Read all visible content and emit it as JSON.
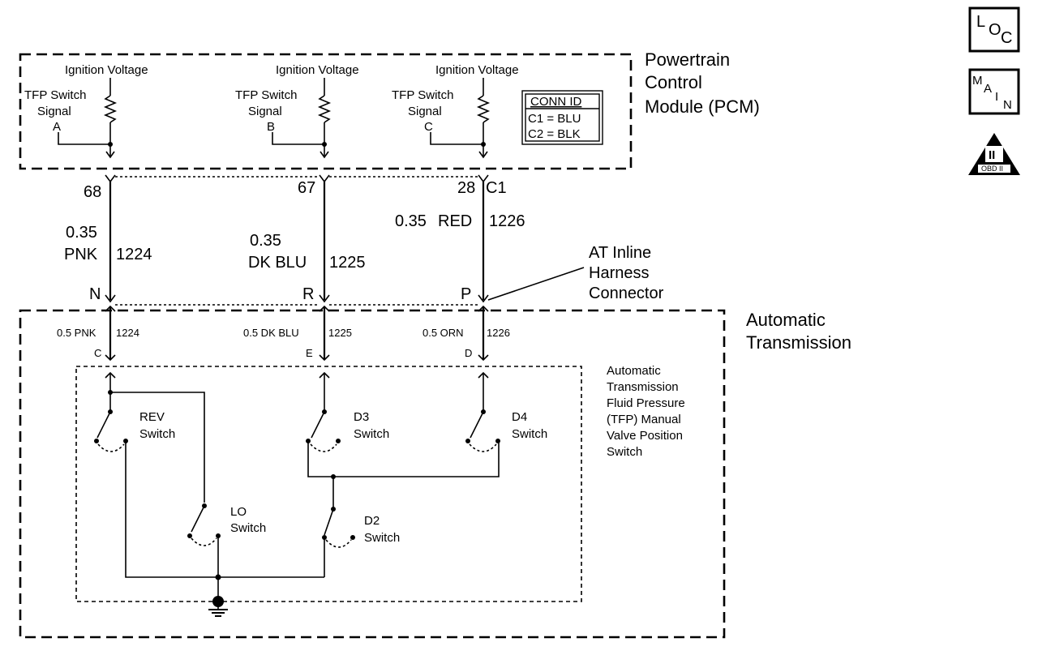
{
  "pcm": {
    "title_lines": [
      "Powertrain",
      "Control",
      "Module (PCM)"
    ],
    "ignition_voltage": "Ignition Voltage",
    "signals": [
      {
        "lines": [
          "TFP Switch",
          "Signal"
        ],
        "letter": "A"
      },
      {
        "lines": [
          "TFP Switch",
          "Signal"
        ],
        "letter": "B"
      },
      {
        "lines": [
          "TFP Switch",
          "Signal"
        ],
        "letter": "C"
      }
    ],
    "conn_id": {
      "title": "CONN ID",
      "rows": [
        "C1 = BLU",
        "C2 = BLK"
      ]
    }
  },
  "harness": {
    "pins": [
      "68",
      "67",
      "28"
    ],
    "connector_id": "C1",
    "wire_pcm_side": [
      {
        "size": "0.35",
        "color": "PNK",
        "circuit": "1224"
      },
      {
        "size": "0.35",
        "color": "DK BLU",
        "circuit": "1225"
      },
      {
        "size": "0.35",
        "color": "RED",
        "circuit": "1226"
      }
    ],
    "inline_pins": [
      "N",
      "R",
      "P"
    ],
    "inline_label_lines": [
      "AT Inline",
      "Harness",
      "Connector"
    ]
  },
  "transmission": {
    "title_lines": [
      "Automatic",
      "Transmission"
    ],
    "wire_trans_side": [
      {
        "label": "0.5 PNK",
        "circuit": "1224"
      },
      {
        "label": "0.5 DK BLU",
        "circuit": "1225"
      },
      {
        "label": "0.5 ORN",
        "circuit": "1226"
      }
    ],
    "pins": [
      "C",
      "E",
      "D"
    ],
    "tfp_label_lines": [
      "Automatic",
      "Transmission",
      "Fluid Pressure",
      "(TFP) Manual",
      "Valve Position",
      "Switch"
    ],
    "switches": {
      "rev": [
        "REV",
        "Switch"
      ],
      "d3": [
        "D3",
        "Switch"
      ],
      "d4": [
        "D4",
        "Switch"
      ],
      "lo": [
        "LO",
        "Switch"
      ],
      "d2": [
        "D2",
        "Switch"
      ]
    }
  },
  "side_icons": {
    "loc": [
      "L",
      "O",
      "C"
    ],
    "main": [
      "M",
      "A",
      "I",
      "N"
    ],
    "obd": {
      "numeral": "II",
      "text": "OBD II"
    }
  }
}
